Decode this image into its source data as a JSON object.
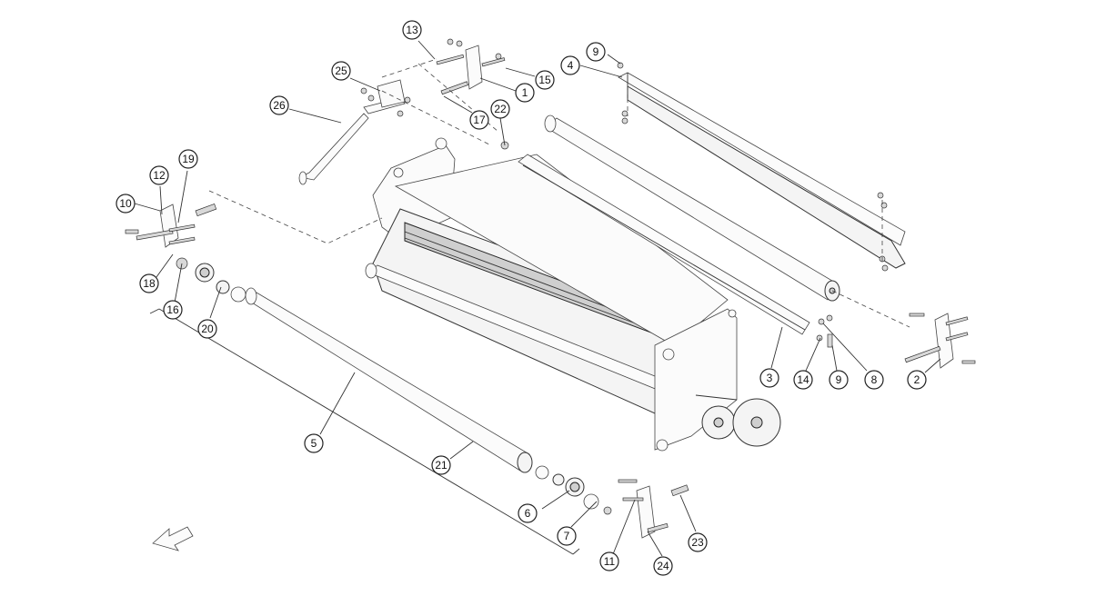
{
  "callouts": [
    "1",
    "2",
    "3",
    "4",
    "5",
    "6",
    "7",
    "8",
    "9",
    "9",
    "10",
    "11",
    "12",
    "13",
    "14",
    "15",
    "16",
    "17",
    "18",
    "19",
    "20",
    "21",
    "22",
    "23",
    "24",
    "25",
    "26"
  ],
  "colors": {
    "stroke": "#333333",
    "fill": "#f4f4f4",
    "background": "#ffffff"
  },
  "icons": {
    "direction_arrow": "direction-arrow-icon"
  }
}
